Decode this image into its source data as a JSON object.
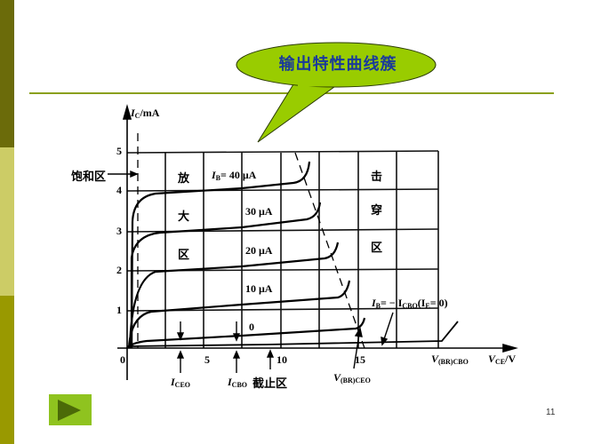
{
  "slide": {
    "callout_title": "输出特性曲线簇",
    "page_number": "11",
    "nav_button_label": "next",
    "colors": {
      "band_top": "#6b6b0a",
      "band_mid": "#cccc66",
      "band_bottom": "#999900",
      "callout_fill": "#99cc00",
      "callout_text": "#1a3a9a",
      "rule": "#8aa01a",
      "nav_button": "#8fc31f"
    }
  },
  "labels": {
    "y_axis": "I",
    "y_axis_sub": "C",
    "y_axis_unit": "/mA",
    "x_axis": "V",
    "x_axis_sub": "CE",
    "x_axis_unit": "/V",
    "saturation_region": "饱和区",
    "amplify_region": [
      "放",
      "大",
      "区"
    ],
    "breakdown_region": [
      "击",
      "穿",
      "区"
    ],
    "cutoff_region": "截止区",
    "ib_prefix": "I",
    "ib_sub": "B",
    "ib_40": "= 40 μA",
    "ib_30": "30 μA",
    "ib_20": "20 μA",
    "ib_10": "10 μA",
    "ib_0": "0",
    "ib_neg_prefix": "= − I",
    "ib_neg_sub": "CBO",
    "ib_neg_suffix_open": "(I",
    "ib_neg_suffix_sub": "E",
    "ib_neg_suffix_close": "= 0)",
    "iceo": "I",
    "iceo_sub": "CEO",
    "icbo": "I",
    "icbo_sub": "CBO",
    "vbr_ceo": "V",
    "vbr_ceo_sub": "(BR)CEO",
    "vbr_cbo": "V",
    "vbr_cbo_sub": "(BR)CBO",
    "x_ticks": [
      "0",
      "5",
      "10",
      "15"
    ],
    "y_ticks": [
      "1",
      "2",
      "3",
      "4",
      "5"
    ]
  },
  "chart_data": {
    "type": "line",
    "title": "输出特性曲线簇",
    "xlabel": "V_CE / V",
    "ylabel": "I_C / mA",
    "xlim": [
      0,
      20
    ],
    "ylim": [
      0,
      5
    ],
    "x_ticks": [
      0,
      5,
      10,
      15
    ],
    "y_ticks": [
      1,
      2,
      3,
      4,
      5
    ],
    "grid": true,
    "regions": [
      "饱和区",
      "放大区",
      "击穿区",
      "截止区"
    ],
    "annotations": [
      "I_CEO",
      "I_CBO",
      "V_(BR)CEO",
      "V_(BR)CBO",
      "I_B = -I_CBO (I_E = 0)"
    ],
    "series": [
      {
        "name": "I_B = 40 μA",
        "x": [
          0.3,
          1,
          5,
          10,
          13,
          14.2
        ],
        "y": [
          3.6,
          3.9,
          4.0,
          4.2,
          4.35,
          4.7
        ]
      },
      {
        "name": "I_B = 30 μA",
        "x": [
          0.3,
          1,
          5,
          10,
          14.5,
          15.3
        ],
        "y": [
          2.6,
          2.9,
          3.0,
          3.15,
          3.3,
          3.6
        ]
      },
      {
        "name": "I_B = 20 μA",
        "x": [
          0.3,
          1,
          5,
          10,
          15.5,
          16.2
        ],
        "y": [
          1.7,
          2.0,
          2.05,
          2.2,
          2.35,
          2.7
        ]
      },
      {
        "name": "I_B = 10 μA",
        "x": [
          0.3,
          1,
          5,
          10,
          16.2,
          17
        ],
        "y": [
          0.8,
          1.0,
          1.1,
          1.25,
          1.5,
          1.9
        ]
      },
      {
        "name": "I_B = 0",
        "x": [
          0.3,
          1,
          5,
          10,
          17.5,
          18
        ],
        "y": [
          0.15,
          0.3,
          0.35,
          0.45,
          0.55,
          0.75
        ]
      },
      {
        "name": "I_B = -I_CBO (I_E = 0)",
        "x": [
          0,
          5,
          10,
          15,
          20,
          21.5
        ],
        "y": [
          0.05,
          0.08,
          0.12,
          0.18,
          0.25,
          0.8
        ]
      }
    ]
  }
}
